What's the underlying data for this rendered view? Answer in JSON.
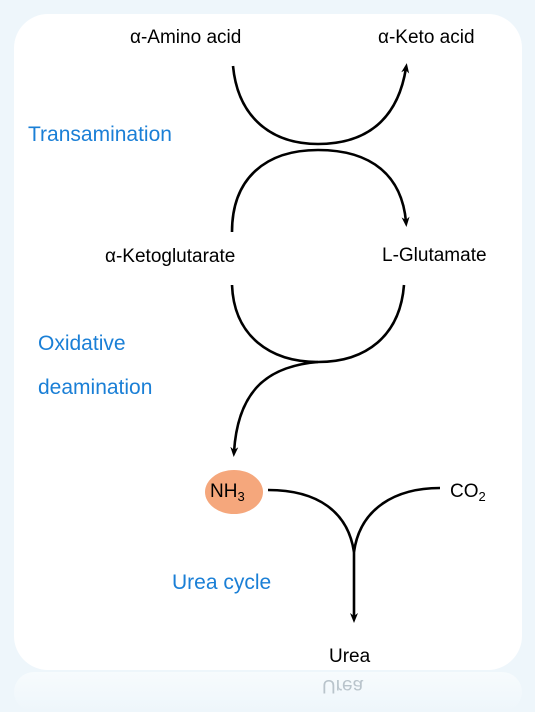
{
  "nodes": {
    "amino_acid": "α-Amino acid",
    "keto_acid": "α-Keto acid",
    "ketoglutarate": "α-Ketoglutarate",
    "glutamate": "L-Glutamate",
    "nh3": {
      "main": "NH",
      "sub": "3"
    },
    "co2": {
      "main": "CO",
      "sub": "2"
    },
    "urea": "Urea"
  },
  "processes": {
    "transamination": "Transamination",
    "oxidative": "Oxidative",
    "deamination": "deamination",
    "urea_cycle": "Urea cycle"
  },
  "colors": {
    "process_text": "#1a7fd6",
    "nh3_highlight": "#f5a77c",
    "background": "#eef6fb"
  }
}
